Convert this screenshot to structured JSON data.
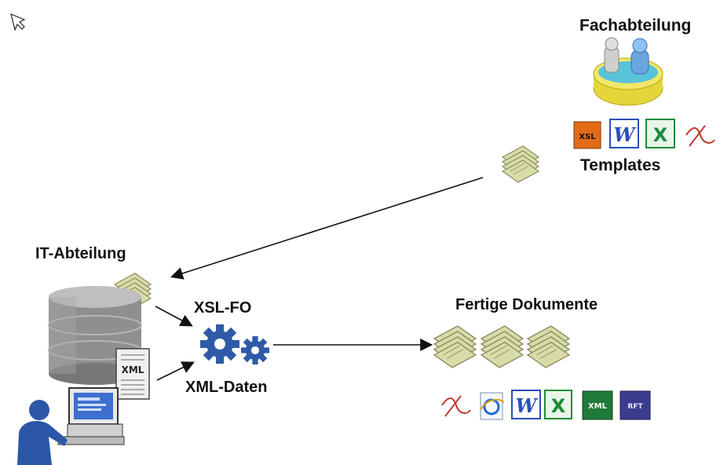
{
  "nodes": {
    "fachabteilung": {
      "title": "Fachabteilung"
    },
    "templates": {
      "title": "Templates",
      "formats": [
        "XSL",
        "W",
        "X",
        ""
      ]
    },
    "it_abteilung": {
      "title": "IT-Abteilung"
    },
    "xml_doc": {
      "label": "XML"
    },
    "xsl_fo": {
      "title": "XSL-FO"
    },
    "xml_daten": {
      "title": "XML-Daten"
    },
    "fertige_dokumente": {
      "title": "Fertige Dokumente",
      "formats": [
        "",
        "",
        "W",
        "X",
        "XML",
        "RFT"
      ]
    }
  },
  "colors": {
    "gear": "#2f5aa8",
    "paper": "#d9dca8",
    "paper_edge": "#8a8c5e",
    "disk": "#8f8f8f",
    "person": "#2b57a6",
    "xsl_icon": "#e36b16",
    "word_icon": "#2a4fb8",
    "excel_icon": "#1e8c3a",
    "xml_icon": "#1f7a3a",
    "rft_icon": "#3c3c8e",
    "pdf_icon": "#c0392b"
  }
}
